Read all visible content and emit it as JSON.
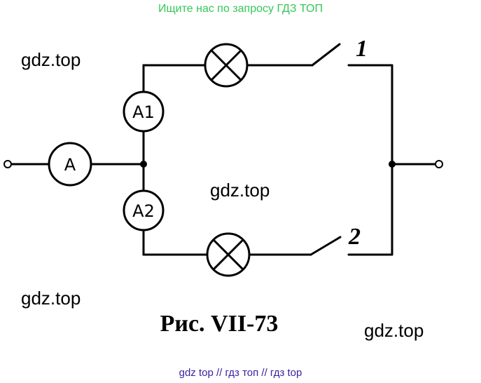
{
  "header": {
    "banner": "Ищите нас по запросу ГДЗ ТОП"
  },
  "footer": {
    "banner": "gdz top  //  гдз топ  //  гдз top"
  },
  "watermarks": [
    "gdz.top",
    "gdz.top",
    "gdz.top",
    "gdz.top"
  ],
  "figure": {
    "caption": "Рис. VII-73",
    "meters": {
      "main": "A",
      "branch1": "A1",
      "branch2": "A2"
    },
    "switches": {
      "top": "1",
      "bottom": "2"
    },
    "lamps": [
      "lamp",
      "lamp"
    ]
  }
}
